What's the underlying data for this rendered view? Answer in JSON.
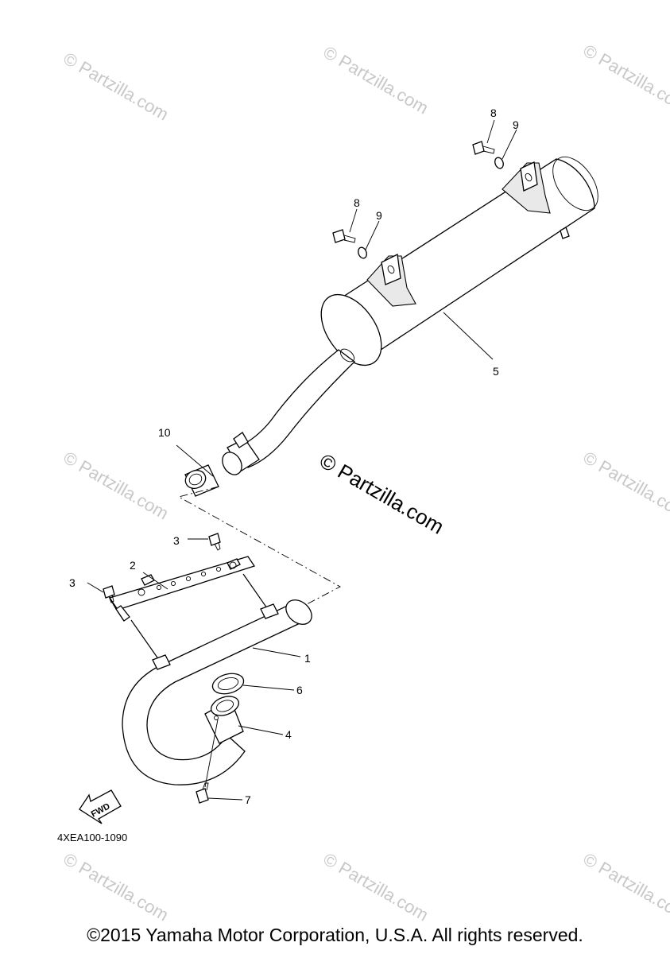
{
  "diagram": {
    "code": "4XEA100-1090",
    "copyright": "©2015 Yamaha Motor Corporation, U.S.A. All rights reserved.",
    "fwd_label": "FWD",
    "watermark_main": "© Partzilla.com",
    "watermark_tile": "© Partzilla.com"
  },
  "callouts": {
    "c1": "1",
    "c2": "2",
    "c3a": "3",
    "c3b": "3",
    "c4": "4",
    "c5": "5",
    "c6": "6",
    "c7": "7",
    "c8a": "8",
    "c8b": "8",
    "c9a": "9",
    "c9b": "9",
    "c10": "10"
  }
}
